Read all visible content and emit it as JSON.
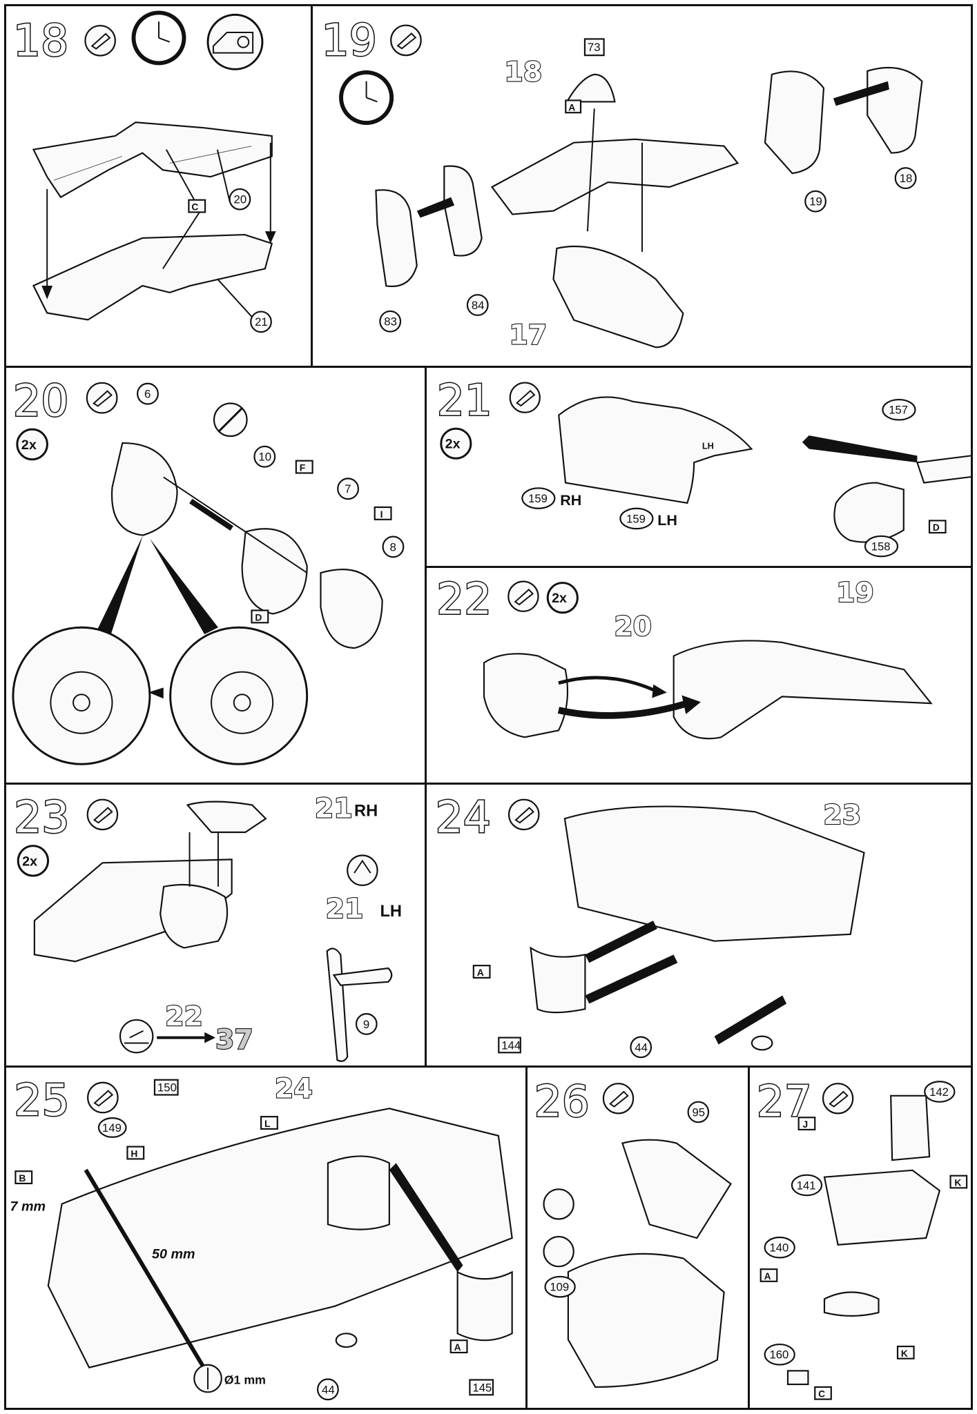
{
  "steps": [
    {
      "number": "18",
      "parts": [
        "20",
        "21"
      ],
      "letters": [
        "C"
      ]
    },
    {
      "number": "19",
      "parts": [
        "73",
        "18",
        "19",
        "83",
        "84"
      ],
      "letters": [
        "A"
      ],
      "subassemblies": [
        "18",
        "17"
      ]
    },
    {
      "number": "20",
      "repeat": "2x",
      "parts": [
        "6",
        "10",
        "7",
        "8"
      ],
      "letters": [
        "F",
        "I",
        "D"
      ]
    },
    {
      "number": "21",
      "repeat": "2x",
      "parts": [
        "157",
        "158"
      ],
      "parts_sided": [
        {
          "num": "159",
          "side": "RH"
        },
        {
          "num": "159",
          "side": "LH"
        }
      ],
      "letters": [
        "D"
      ],
      "note": "LH"
    },
    {
      "number": "22",
      "repeat": "2x",
      "subassemblies": [
        "20",
        "19"
      ]
    },
    {
      "number": "23",
      "repeat": "2x",
      "parts": [
        "9"
      ],
      "subassemblies": [
        "22"
      ],
      "labels": {
        "rh_num": "21",
        "rh_side": "RH",
        "lh_num": "21",
        "lh_side": "LH",
        "goto": "37"
      }
    },
    {
      "number": "24",
      "parts": [
        "144",
        "44"
      ],
      "letters": [
        "A"
      ],
      "subassemblies": [
        "23"
      ]
    },
    {
      "number": "25",
      "parts": [
        "150",
        "149",
        "44",
        "145"
      ],
      "letters": [
        "L",
        "H",
        "B",
        "A"
      ],
      "subassemblies": [
        "24"
      ],
      "dimensions": [
        "7 mm",
        "50 mm",
        "Ø1 mm"
      ]
    },
    {
      "number": "26",
      "parts": [
        "95",
        "109"
      ]
    },
    {
      "number": "27",
      "parts": [
        "142",
        "141",
        "140",
        "160"
      ],
      "letters": [
        "J",
        "K",
        "A",
        "K",
        "C"
      ]
    }
  ]
}
